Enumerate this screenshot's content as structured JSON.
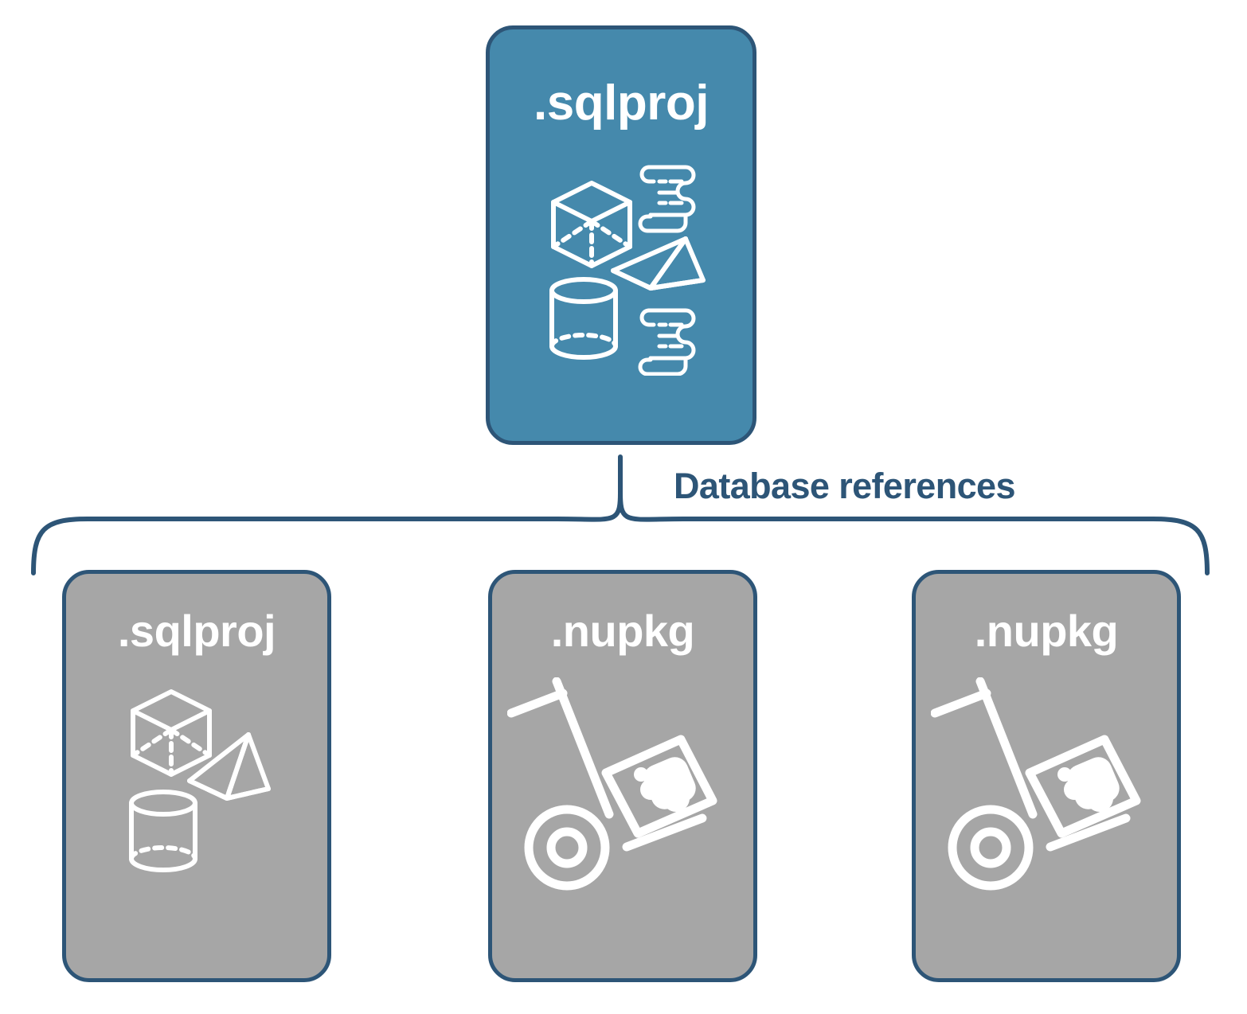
{
  "diagram": {
    "title_text_present": false,
    "background_color": "#ffffff",
    "accent_blue": "#4589ac",
    "outline_blue": "#2d5577",
    "node_gray": "#a6a6a6",
    "label_white": "#ffffff"
  },
  "root": {
    "label": ".sqlproj",
    "fill": "#4589ac",
    "icons": [
      "cube-icon",
      "pyramid-icon",
      "cylinder-icon",
      "scroll-icon",
      "scroll-icon"
    ]
  },
  "connector": {
    "caption": "Database references",
    "style": "curly-brace",
    "color": "#2d5577"
  },
  "children": [
    {
      "label": ".sqlproj",
      "fill": "#a6a6a6",
      "icons": [
        "cube-icon",
        "pyramid-icon",
        "cylinder-icon"
      ]
    },
    {
      "label": ".nupkg",
      "fill": "#a6a6a6",
      "icons": [
        "package-dolly-icon"
      ]
    },
    {
      "label": ".nupkg",
      "fill": "#a6a6a6",
      "icons": [
        "package-dolly-icon"
      ]
    }
  ]
}
